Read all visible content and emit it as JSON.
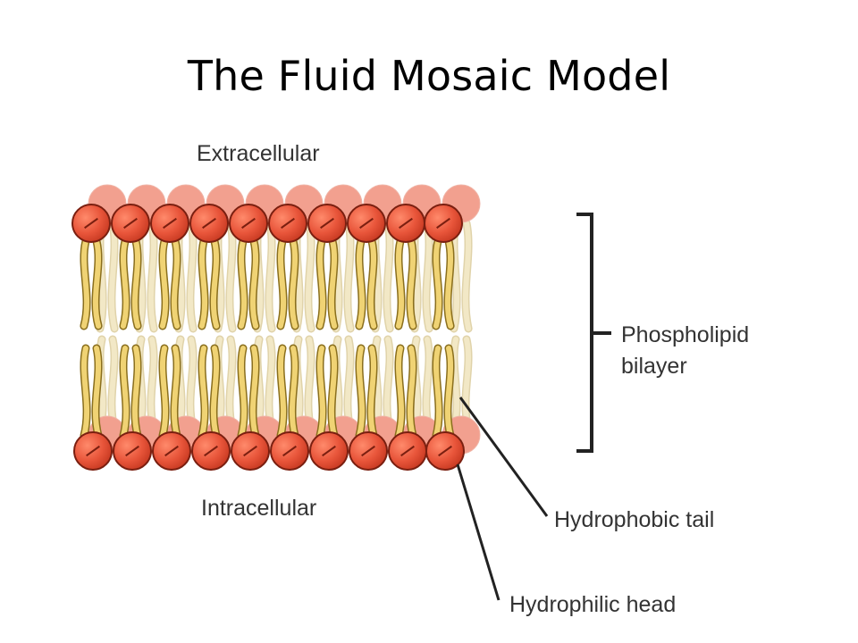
{
  "title": "The Fluid Mosaic Model",
  "labels": {
    "extracellular": "Extracellular",
    "intracellular": "Intracellular",
    "bilayer_line1": "Phospholipid",
    "bilayer_line2": "bilayer",
    "tail": "Hydrophobic tail",
    "head": "Hydrophilic head"
  },
  "colors": {
    "head_fill": "#e8553a",
    "head_stroke": "#7a1f10",
    "head_back": "#f2a08f",
    "tail_fill": "#f0d374",
    "tail_stroke": "#8a6f1e",
    "tail_back": "#f2e8c6"
  }
}
